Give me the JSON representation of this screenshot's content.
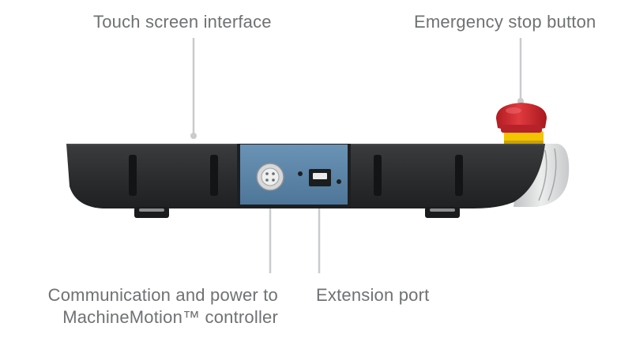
{
  "callouts": {
    "touch_screen": "Touch screen interface",
    "emergency_stop": "Emergency stop button",
    "communication_line1": "Communication and power to",
    "communication_line2": "MachineMotion™ controller",
    "extension_port": "Extension port"
  },
  "colors": {
    "label_text": "#6f7173",
    "leader_line": "#c9cbcd",
    "pendant_body": "#2f3133",
    "connector_panel": "#5b85a8",
    "estop_red": "#d0262d",
    "estop_yellow": "#f2c500",
    "grip_silver": "#d9dadb"
  },
  "icons": [
    "round-connector-icon",
    "usb-port-icon",
    "emergency-stop-icon"
  ]
}
